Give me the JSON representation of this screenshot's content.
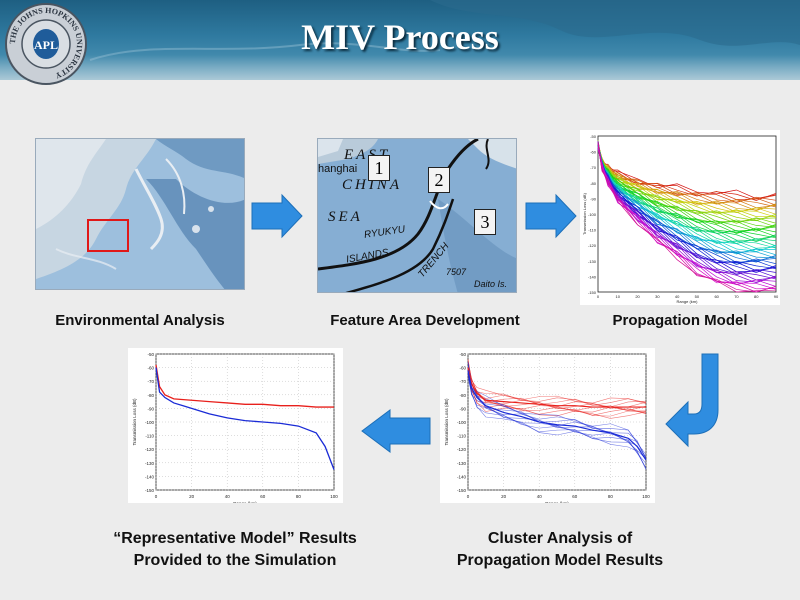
{
  "slide": {
    "title": "MIV Process",
    "logo": {
      "name": "Johns Hopkins University seal",
      "text": "THE JOHNS HOPKINS UNIVERSITY",
      "monogram": "APL"
    }
  },
  "colors": {
    "header_dark": "#1e5f82",
    "arrow_blue": "#2f8de0",
    "series_red": "#e8201c",
    "series_blue": "#1a2bd6"
  },
  "steps": [
    {
      "id": "environmental-analysis",
      "label": "Environmental Analysis"
    },
    {
      "id": "feature-area-development",
      "label": "Feature Area Development"
    },
    {
      "id": "propagation-model",
      "label": "Propagation Model"
    },
    {
      "id": "cluster-analysis",
      "label": "Cluster Analysis of",
      "label_line2": "Propagation Model Results"
    },
    {
      "id": "representative-model",
      "label": "“Representative Model” Results",
      "label_line2": "Provided to the Simulation"
    }
  ],
  "feature_map": {
    "zones": [
      "1",
      "2",
      "3"
    ],
    "labels": [
      "EAST",
      "hanghai",
      "CHINA",
      "SEA",
      "RYUKYU",
      "ISLANDS",
      "TRENCH",
      "7507",
      "Daito Is."
    ]
  },
  "charts": {
    "propagation": {
      "ylabel": "Transmission Loss (dB)",
      "xlabel": "Range (km)",
      "yticks": [
        "-50",
        "-60",
        "-70",
        "-80",
        "-90",
        "-100",
        "-110",
        "-120",
        "-130",
        "-140",
        "-150"
      ],
      "xticks": [
        "0",
        "10",
        "20",
        "30",
        "40",
        "50",
        "60",
        "70",
        "80",
        "90"
      ]
    },
    "cluster": {
      "ylabel": "Transmission Loss (dB)",
      "xlabel": "Range (km)",
      "yticks": [
        "-50",
        "-60",
        "-70",
        "-80",
        "-90",
        "-100",
        "-110",
        "-120",
        "-130",
        "-140",
        "-150"
      ],
      "xticks": [
        "0",
        "20",
        "40",
        "60",
        "80",
        "100"
      ]
    },
    "representative": {
      "ylabel": "Transmission Loss (dB)",
      "xlabel": "Range (km)",
      "yticks": [
        "-50",
        "-60",
        "-70",
        "-80",
        "-90",
        "-100",
        "-110",
        "-120",
        "-130",
        "-140",
        "-150"
      ],
      "xticks": [
        "0",
        "20",
        "40",
        "60",
        "80",
        "100"
      ]
    }
  },
  "chart_data": [
    {
      "type": "line",
      "xlabel": "Range (km)",
      "ylabel": "Transmission Loss (dB)",
      "xlim": [
        0,
        90
      ],
      "ylim": [
        -150,
        -50
      ],
      "series": [
        {
          "color": "#e8201c",
          "x": [
            0,
            2,
            5,
            10,
            20,
            30,
            40,
            50,
            60,
            70,
            80,
            90
          ],
          "y": [
            -55,
            -66,
            -70,
            -74,
            -78,
            -81,
            -83,
            -85,
            -86,
            -87,
            -88,
            -88
          ]
        },
        {
          "color": "#1a2bd6",
          "x": [
            0,
            2,
            5,
            10,
            20,
            30,
            40,
            50,
            60,
            70,
            80,
            90
          ],
          "y": [
            -56,
            -70,
            -80,
            -92,
            -105,
            -118,
            -128,
            -138,
            -145,
            -149,
            -150,
            -150
          ]
        }
      ]
    },
    {
      "type": "line",
      "xlabel": "Range (km)",
      "ylabel": "Transmission Loss (dB)",
      "xlim": [
        0,
        100
      ],
      "ylim": [
        -150,
        -50
      ],
      "series": [
        {
          "color": "#e8201c",
          "x": [
            0,
            2,
            5,
            10,
            20,
            30,
            40,
            50,
            60,
            70,
            80,
            90,
            100
          ],
          "y": [
            -60,
            -72,
            -79,
            -84,
            -85,
            -86,
            -87,
            -88,
            -88,
            -89,
            -89,
            -89,
            -89
          ]
        },
        {
          "color": "#1a2bd6",
          "x": [
            0,
            2,
            5,
            10,
            20,
            30,
            40,
            50,
            60,
            70,
            80,
            90,
            95,
            100
          ],
          "y": [
            -62,
            -75,
            -82,
            -88,
            -93,
            -96,
            -100,
            -102,
            -103,
            -106,
            -108,
            -112,
            -118,
            -128
          ]
        }
      ]
    },
    {
      "type": "line",
      "xlabel": "Range (km)",
      "ylabel": "Transmission Loss (dB)",
      "xlim": [
        0,
        100
      ],
      "ylim": [
        -150,
        -50
      ],
      "series": [
        {
          "color": "#e8201c",
          "x": [
            0,
            2,
            5,
            10,
            20,
            30,
            40,
            50,
            60,
            70,
            80,
            90,
            100
          ],
          "y": [
            -58,
            -74,
            -80,
            -83,
            -84,
            -85,
            -86,
            -87,
            -87,
            -88,
            -88,
            -89,
            -89
          ]
        },
        {
          "color": "#1a2bd6",
          "x": [
            0,
            2,
            5,
            10,
            15,
            20,
            30,
            40,
            50,
            60,
            70,
            80,
            90,
            95,
            100
          ],
          "y": [
            -60,
            -78,
            -82,
            -86,
            -88,
            -90,
            -94,
            -97,
            -99,
            -100,
            -101,
            -103,
            -108,
            -118,
            -135
          ]
        }
      ]
    }
  ]
}
